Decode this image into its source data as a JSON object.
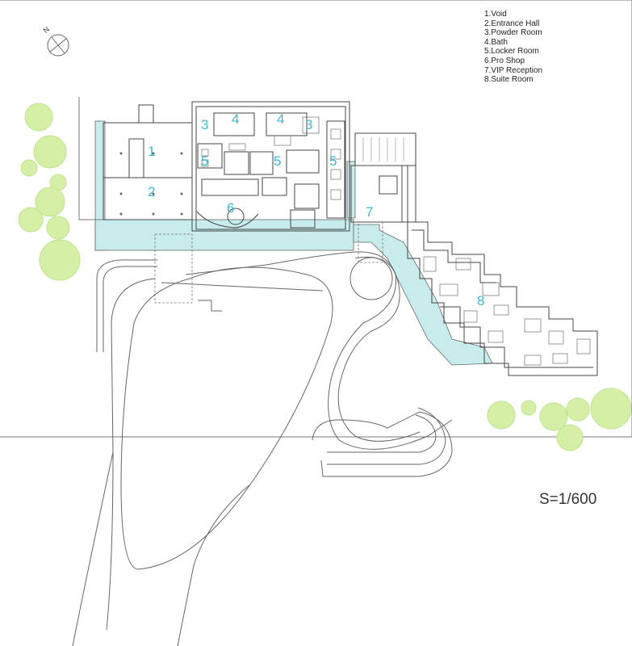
{
  "legend": [
    "1.Void",
    "2.Entrance Hall",
    "3.Powder Room",
    "4.Bath",
    "5.Locker Room",
    "6.Pro Shop",
    "7.VIP Reception",
    "8.Suite Room"
  ],
  "scale_label": "S=1/600",
  "north_label": "N",
  "room_numbers": [
    "1",
    "2",
    "3",
    "4",
    "4",
    "3",
    "5",
    "5",
    "5",
    "6",
    "7",
    "8"
  ],
  "colors": {
    "water": "#c8ecec",
    "tree": "#d5f0a6",
    "tree_edge": "#bde38a",
    "line": "#555555",
    "label": "#3fb6d6"
  }
}
